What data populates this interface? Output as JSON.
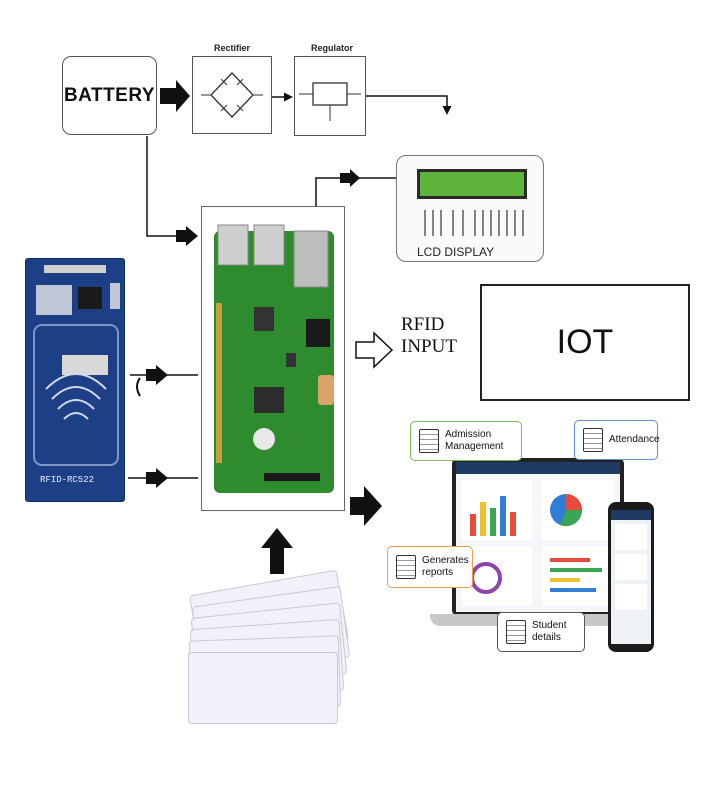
{
  "blocks": {
    "battery": "BATTERY",
    "rectifier": "Rectifier",
    "regulator": "Regulator",
    "lcd_display": "LCD DISPLAY",
    "iot": "IOT",
    "rfid_input_line1": "RFID",
    "rfid_input_line2": "INPUT",
    "rfid_module": "RFID-RC522"
  },
  "dashboard": {
    "admission_line1": "Admission",
    "admission_line2": "Management",
    "attendance": "Attendance",
    "reports_line1": "Generates",
    "reports_line2": "reports",
    "student_details": "Student details"
  },
  "colors": {
    "rfid_board": "#1d3f86",
    "pi_board": "#2e8b2e",
    "lcd_screen": "#5fb53b",
    "admission_border": "#7cbf5a",
    "attendance_border": "#5b8fd6",
    "reports_border": "#f0a04b",
    "student_border": "#555555"
  },
  "icons": [
    "bridge-rectifier-icon",
    "voltage-regulator-icon",
    "raspberry-pi-board-icon",
    "rfid-card-icon",
    "laptop-dashboard-icon",
    "phone-icon",
    "document-icon",
    "outlined-right-arrow-icon"
  ]
}
